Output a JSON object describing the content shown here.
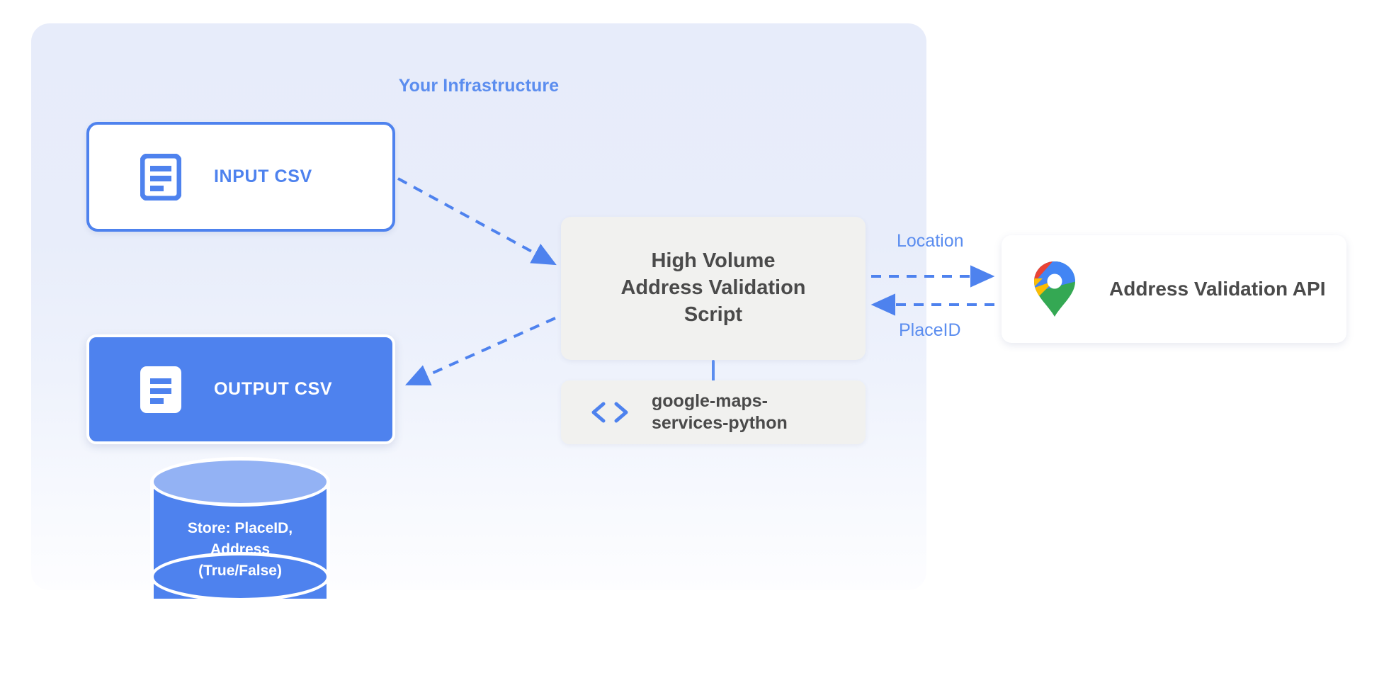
{
  "panel": {
    "title": "Your Infrastructure",
    "accent_color": "#5b8def",
    "background_color": "#e7ecfa"
  },
  "nodes": {
    "input_csv": {
      "label": "INPUT CSV",
      "icon": "document-icon",
      "fill": "#ffffff",
      "border_color": "#4e82ee",
      "text_color": "#4e82ee"
    },
    "output_csv": {
      "label": "OUTPUT CSV",
      "icon": "document-icon",
      "fill": "#4e82ee",
      "border_color": "#ffffff",
      "text_color": "#ffffff"
    },
    "script": {
      "line1": "High Volume",
      "line2": "Address Validation",
      "line3": "Script",
      "fill": "#f1f1ef",
      "text_color": "#4a4a4a"
    },
    "library": {
      "line1": "google-maps-",
      "line2": "services-python",
      "icon": "code-brackets-icon",
      "icon_color": "#4e82ee",
      "fill": "#f1f1ef"
    },
    "api": {
      "label": "Address Validation API",
      "icon": "google-maps-pin-icon",
      "fill": "#ffffff",
      "text_color": "#4a4a4a"
    },
    "database": {
      "line1": "Store: PlaceID,",
      "line2": "Address",
      "line3": "(True/False)",
      "body_color": "#4e82ee",
      "top_color": "#93b2f4",
      "text_color": "#ffffff"
    }
  },
  "edges": {
    "location_label": "Location",
    "placeid_label": "PlaceID",
    "line_color": "#4e82ee"
  }
}
